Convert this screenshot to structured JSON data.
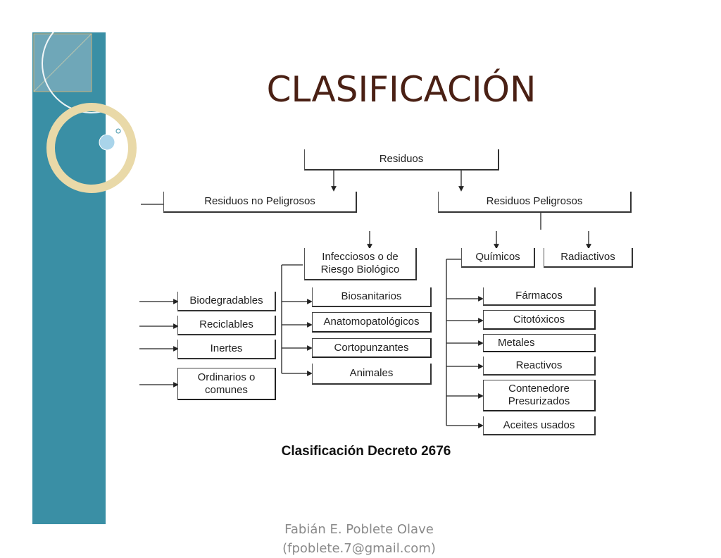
{
  "slide": {
    "title": "CLASIFICACIÓN",
    "caption": "Clasificación Decreto 2676",
    "footer": {
      "author": "Fabián E. Poblete Olave",
      "email": "(fpoblete.7@gmail.com)"
    },
    "colors": {
      "title": "#4a2014",
      "band": "#3a8fa5",
      "ring": "#e9d9a8"
    }
  },
  "diagram": {
    "root": "Residuos",
    "no_peligrosos": {
      "label": "Residuos no Peligrosos",
      "children": [
        "Biodegradables",
        "Reciclables",
        "Inertes",
        "Ordinarios o\ncomunes"
      ]
    },
    "infecciosos": {
      "label": "Infecciosos o de\nRiesgo Biológico",
      "children": [
        "Biosanitarios",
        "Anatomopatológicos",
        "Cortopunzantes",
        "Animales"
      ]
    },
    "peligrosos": {
      "label": "Residuos Peligrosos",
      "quimicos": {
        "label": "Químicos",
        "children": [
          "Fármacos",
          "Citotóxicos",
          "Metales",
          "Reactivos",
          "Contenedore\nPresurizados",
          "Aceites usados"
        ]
      },
      "radiactivos": "Radiactivos"
    }
  }
}
